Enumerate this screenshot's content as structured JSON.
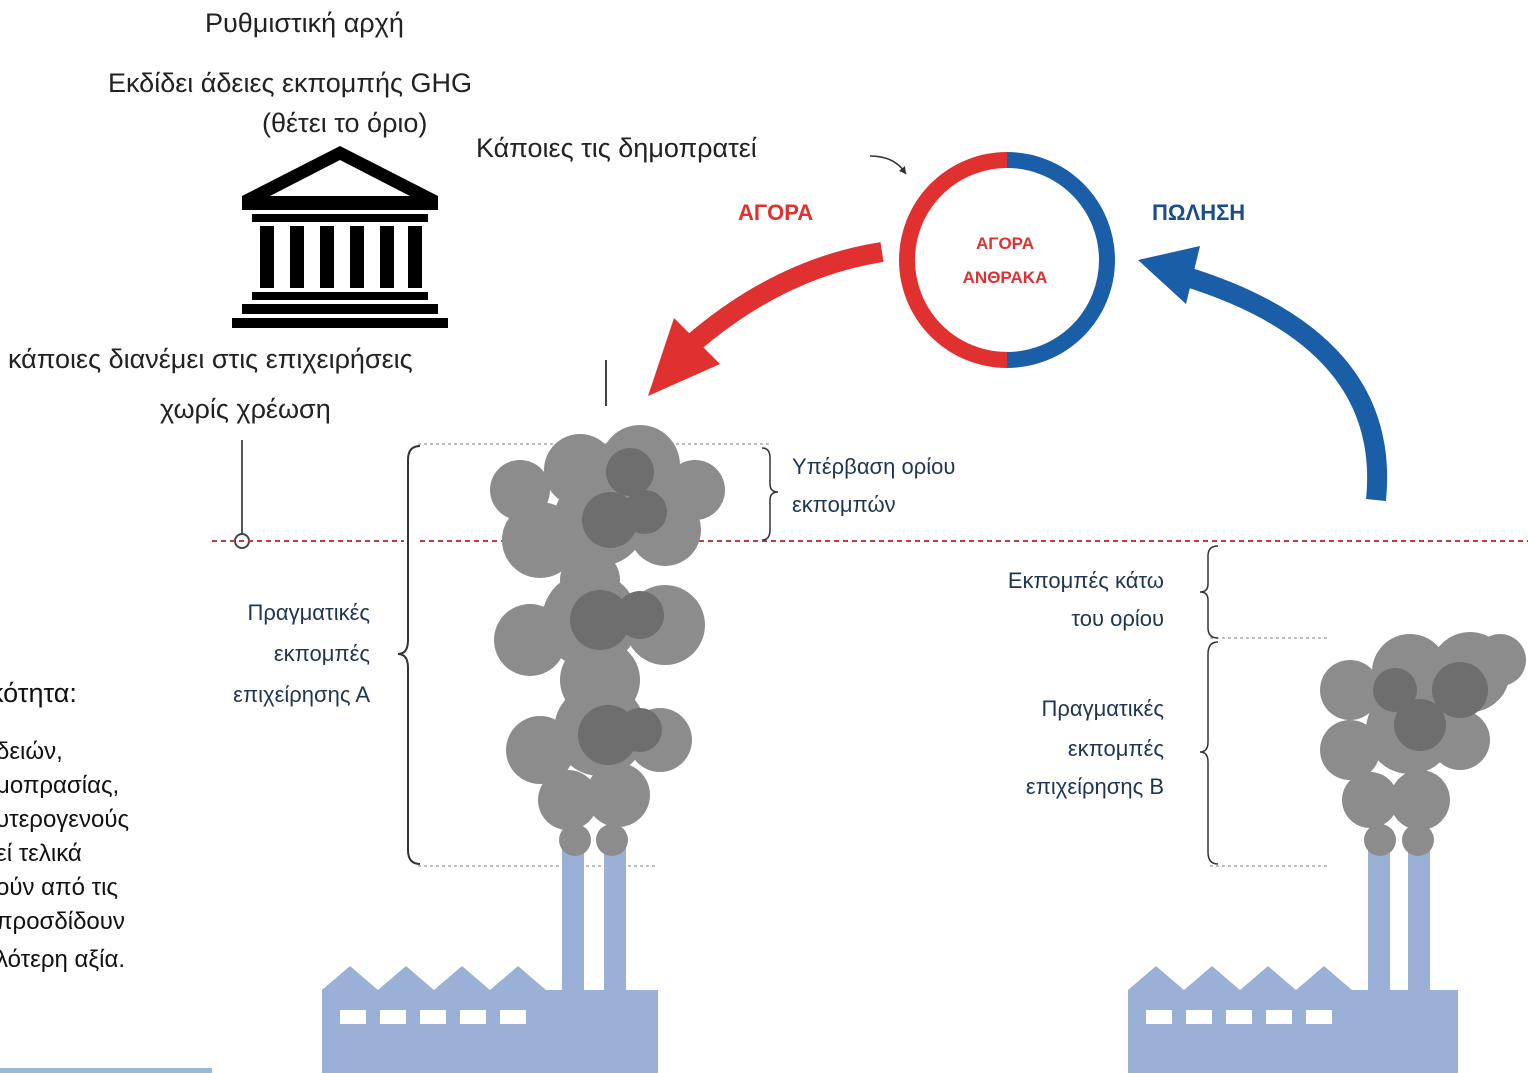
{
  "regulator": {
    "title": "Ρυθμιστική αρχή",
    "issues_line1": "Εκδίδει άδειες εκπομπής GHG",
    "issues_line2": "(θέτει το όριο)",
    "auction": "Κάποιες τις δημοπρατεί",
    "distribute_line1": "κάποιες διανέμει στις επιχειρήσεις",
    "distribute_line2": "χωρίς χρέωση",
    "icon": "government-building-icon"
  },
  "market": {
    "buy_label": "ΑΓΟΡΑ",
    "sell_label": "ΠΩΛΗΣΗ",
    "ring_line1": "ΑΓΟΡΑ",
    "ring_line2": "ΑΝΘΡΑΚΑ",
    "buy_color": "#e03030",
    "sell_color": "#1a4d8f"
  },
  "company_a": {
    "exceed_line1": "Υπέρβαση ορίου",
    "exceed_line2": "εκπομπών",
    "actual_line1": "Πραγματικές",
    "actual_line2": "εκπομπές",
    "actual_line3": "επιχείρησης Α"
  },
  "company_b": {
    "below_line1": "Εκπομπές κάτω",
    "below_line2": "του ορίου",
    "actual_line1": "Πραγματικές",
    "actual_line2": "εκπομπές",
    "actual_line3": "επιχείρησης Β"
  },
  "left_fragment": {
    "line1": "κότητα:",
    "line2": "δειών,",
    "line3": "μοπρασίας,",
    "line4": "υτερογενούς",
    "line5": "εί τελικά",
    "line6": "ούν από τις",
    "line7": "προσδίδουν",
    "line8": "λότερη αξία."
  },
  "colors": {
    "cap_line": "#c83a3a",
    "smoke_light": "#8c8c8c",
    "smoke_dark": "#6e6e6e",
    "factory": "#9bb0d6"
  }
}
